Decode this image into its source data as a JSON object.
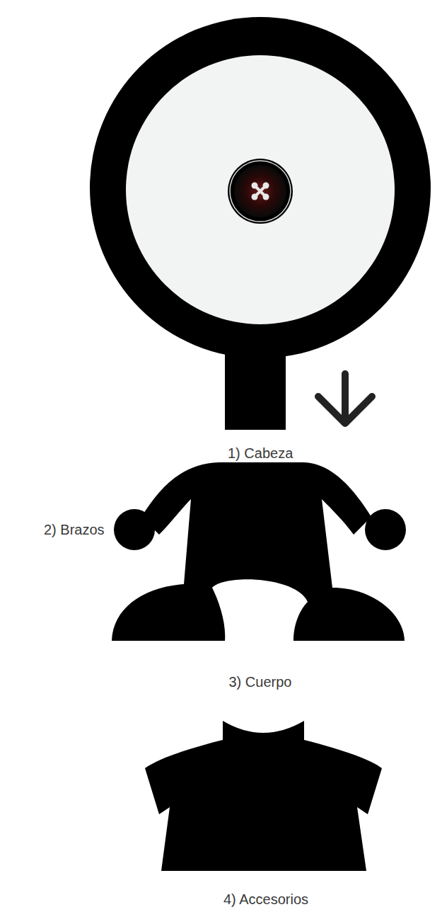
{
  "diagram": {
    "labels": [
      "1) Cabeza",
      "2) Brazos",
      "3) Cuerpo",
      "4) Accesorios"
    ]
  }
}
